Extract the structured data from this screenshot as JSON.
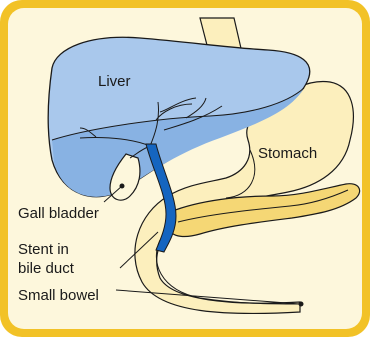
{
  "colors": {
    "border": "#f2c227",
    "panel": "#fdf7dc",
    "liver": "#a9c8ec",
    "liver_lower": "#88b2e3",
    "stomach": "#fcefbd",
    "pancreas": "#f5d775",
    "stent": "#1565c0",
    "outline": "#1a1a1a"
  },
  "labels": {
    "liver": "Liver",
    "stomach": "Stomach",
    "gall_bladder": "Gall bladder",
    "stent_line1": "Stent in",
    "stent_line2": "bile duct",
    "small_bowel": "Small bowel"
  }
}
